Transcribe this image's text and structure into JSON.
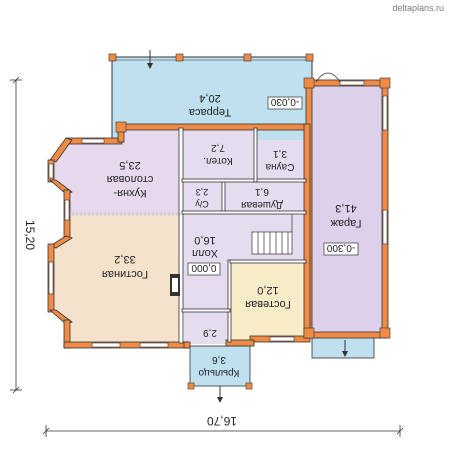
{
  "watermark": "deltaplans.ru",
  "dimensions": {
    "width": "16,70",
    "height": "15,20"
  },
  "rooms": {
    "terrace": {
      "name": "Терраса",
      "area": "20,4",
      "level": "-0,030"
    },
    "kitchen": {
      "name": "Кухня-",
      "name2": "столовая",
      "area": "23,5"
    },
    "boiler": {
      "name": "Котел.",
      "area": "7,2"
    },
    "sauna": {
      "name": "Сауна",
      "area": "3,1"
    },
    "wc": {
      "name": "С/у",
      "area": "2,3"
    },
    "shower": {
      "name": "Душевая",
      "area": "6,1"
    },
    "garage": {
      "name": "Гараж",
      "area": "41,3",
      "level": "-0,300"
    },
    "hall": {
      "name": "Холл",
      "area": "16,0",
      "level": "0,000"
    },
    "living": {
      "name": "Гостиная",
      "area": "33,2"
    },
    "guest": {
      "name": "Гостевая",
      "area": "12,0"
    },
    "closet": {
      "area": "2,9"
    },
    "porch": {
      "name": "Крыльцо",
      "area": "3,6"
    }
  },
  "colors": {
    "wall": "#f08b45",
    "terrace": "#bfe0ee",
    "kitchen": "#e8d8ee",
    "living": "#f5e2cc",
    "garage": "#ddd0ea",
    "hall": "#e6dcef",
    "guest": "#f7ebc8"
  }
}
